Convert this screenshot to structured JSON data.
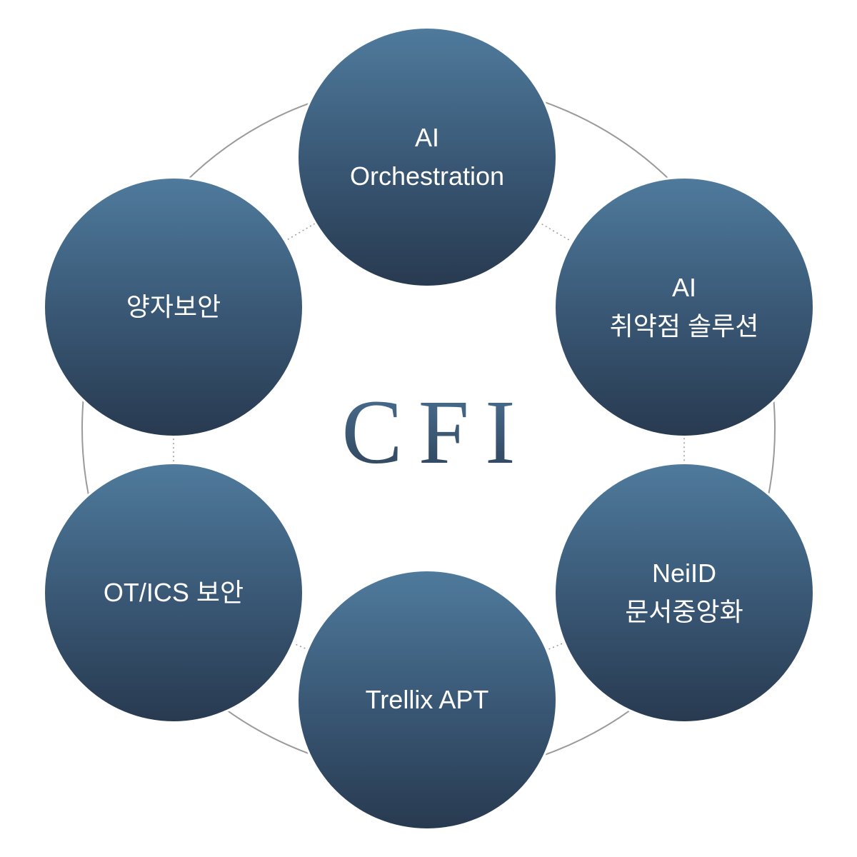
{
  "center": {
    "title": "CFI"
  },
  "nodes": {
    "top": {
      "line1": "AI",
      "line2": "Orchestration"
    },
    "upper_right": {
      "line1": "AI",
      "line2": "취약점 솔루션"
    },
    "lower_right": {
      "line1": "NeiID",
      "line2": "문서중앙화"
    },
    "bottom": {
      "line1": "Trellix APT"
    },
    "lower_left": {
      "line1": "OT/ICS 보안"
    },
    "upper_left": {
      "line1": "양자보안"
    }
  },
  "colors": {
    "node_gradient_top": "#4f7a9c",
    "node_gradient_bottom": "#283a50",
    "ring": "#9a9a9a",
    "node_text": "#ffffff"
  }
}
